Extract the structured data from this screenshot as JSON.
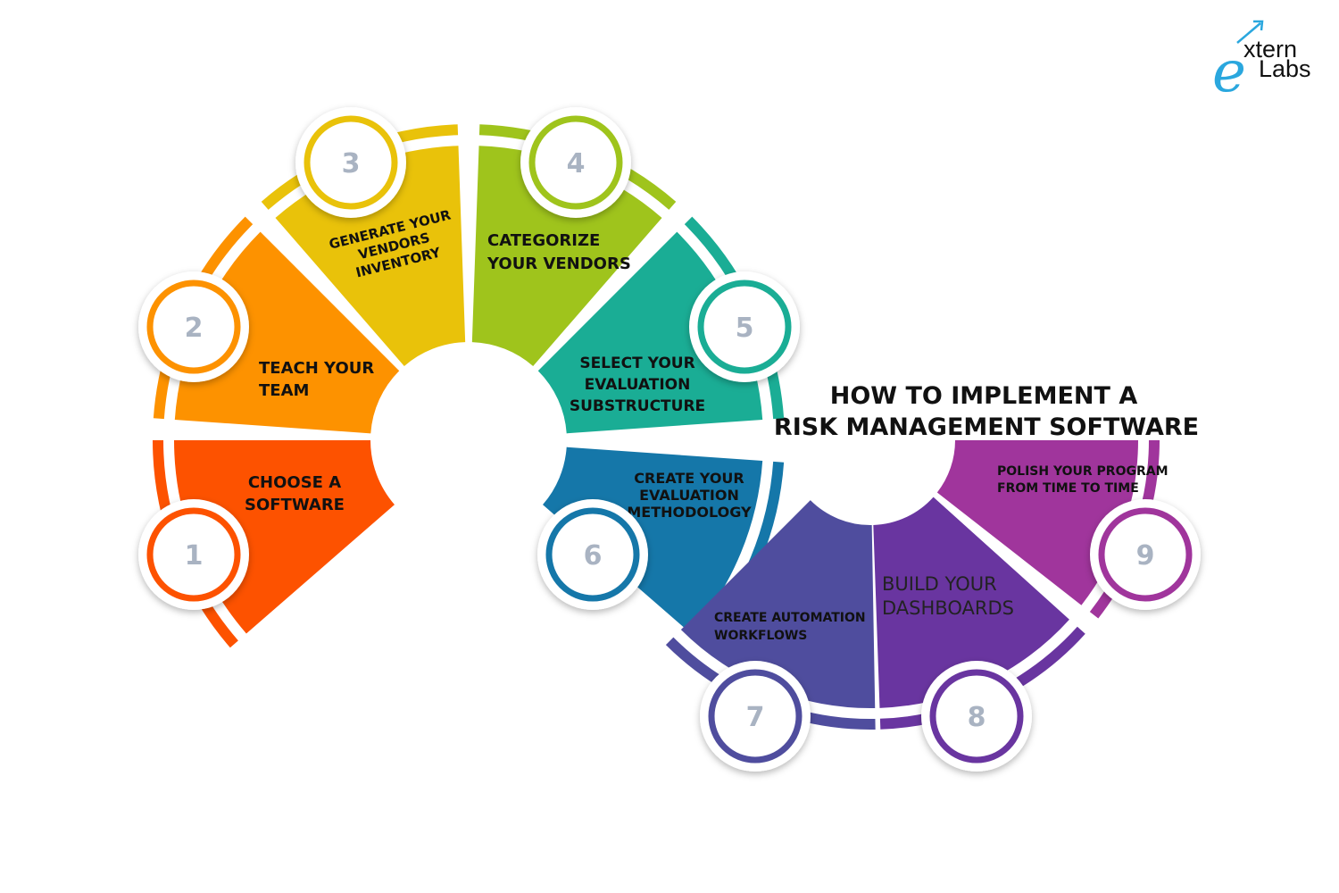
{
  "title": {
    "line1": "HOW TO IMPLEMENT A",
    "line2": "RISK MANAGEMENT SOFTWARE"
  },
  "logo": {
    "mark": "e",
    "word1": "xtern",
    "word2": "Labs",
    "icon": "arrow-up-right-icon",
    "color": "#2aa7de"
  },
  "steps": [
    {
      "number": "1",
      "lines": [
        "CHOOSE A",
        "SOFTWARE"
      ],
      "color": "#fd5200"
    },
    {
      "number": "2",
      "lines": [
        "TEACH YOUR",
        "TEAM"
      ],
      "color": "#fd9200"
    },
    {
      "number": "3",
      "lines": [
        "GENERATE YOUR",
        "VENDORS",
        "INVENTORY"
      ],
      "color": "#e9c20a"
    },
    {
      "number": "4",
      "lines": [
        "CATEGORIZE",
        "YOUR VENDORS"
      ],
      "color": "#9fc41c"
    },
    {
      "number": "5",
      "lines": [
        "SELECT YOUR",
        "EVALUATION",
        "SUBSTRUCTURE"
      ],
      "color": "#1aad95"
    },
    {
      "number": "6",
      "lines": [
        "CREATE YOUR",
        "EVALUATION",
        "METHODOLOGY"
      ],
      "color": "#1577a9"
    },
    {
      "number": "7",
      "lines": [
        "CREATE AUTOMATION",
        "WORKFLOWS"
      ],
      "color": "#4f4d9e"
    },
    {
      "number": "8",
      "lines": [
        "BUILD YOUR",
        "DASHBOARDS"
      ],
      "color": "#6935a0"
    },
    {
      "number": "9",
      "lines": [
        "POLISH YOUR PROGRAM",
        "FROM TIME TO TIME"
      ],
      "color": "#a0359c"
    }
  ]
}
